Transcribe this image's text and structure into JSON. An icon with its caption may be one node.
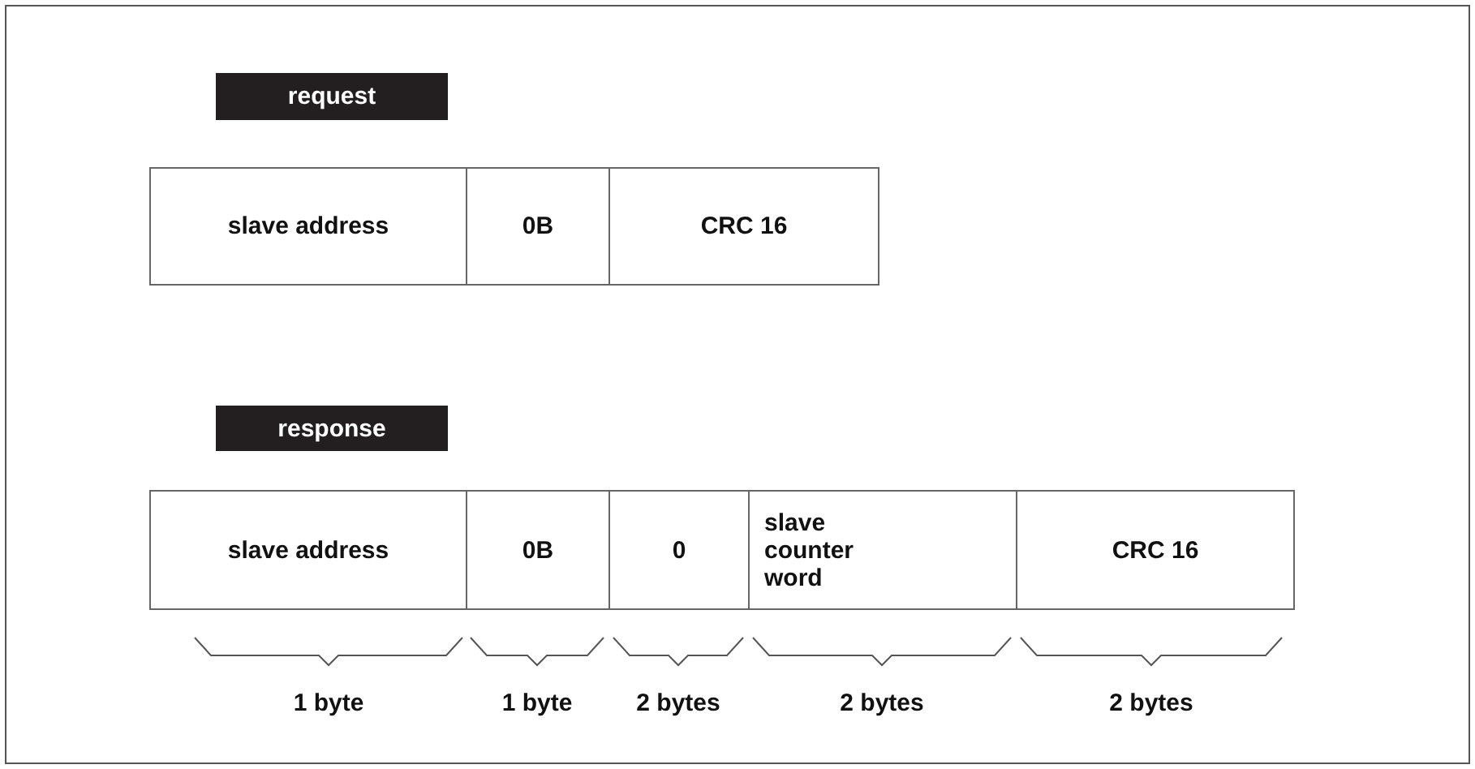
{
  "diagram": {
    "nodes": [
      {
        "text": [
          "request"
        ]
      },
      {
        "text": [
          "slave address"
        ]
      },
      {
        "text": [
          "0B"
        ]
      },
      {
        "text": [
          "CRC 16"
        ]
      },
      {
        "text": [
          "response"
        ]
      },
      {
        "text": [
          "slave address"
        ]
      },
      {
        "text": [
          "0B"
        ]
      },
      {
        "text": [
          "0"
        ]
      },
      {
        "text": [
          "slave counter word"
        ]
      },
      {
        "text": [
          "CRC 16"
        ]
      }
    ],
    "edges": [],
    "labels": [
      "1 byte",
      "1 byte",
      "2 bytes",
      "2 bytes",
      "2 bytes"
    ]
  }
}
